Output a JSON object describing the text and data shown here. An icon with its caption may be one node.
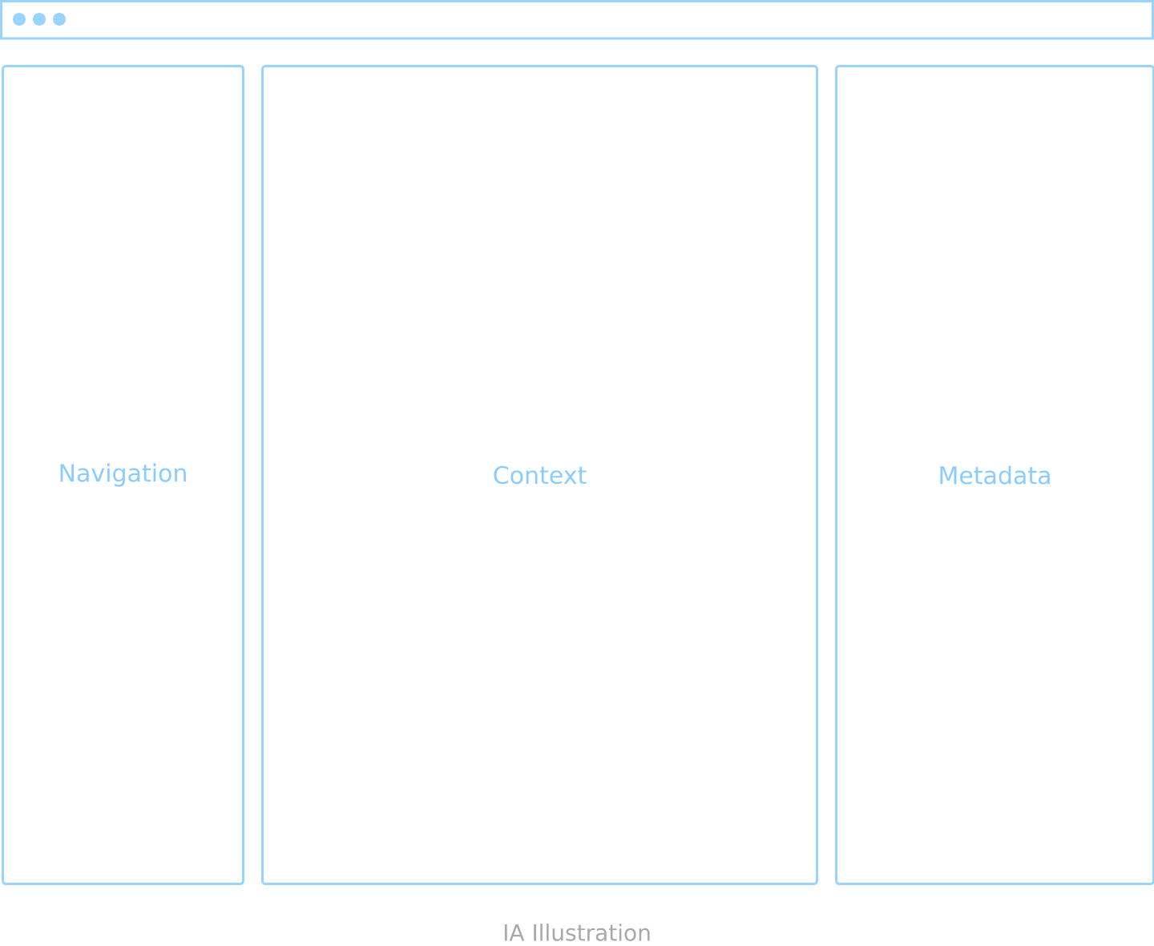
{
  "diagram": {
    "caption": "IA Illustration",
    "nodes": [
      {
        "text": [
          "Navigation"
        ]
      },
      {
        "text": [
          "Context"
        ]
      },
      {
        "text": [
          "Metadata"
        ]
      }
    ]
  }
}
